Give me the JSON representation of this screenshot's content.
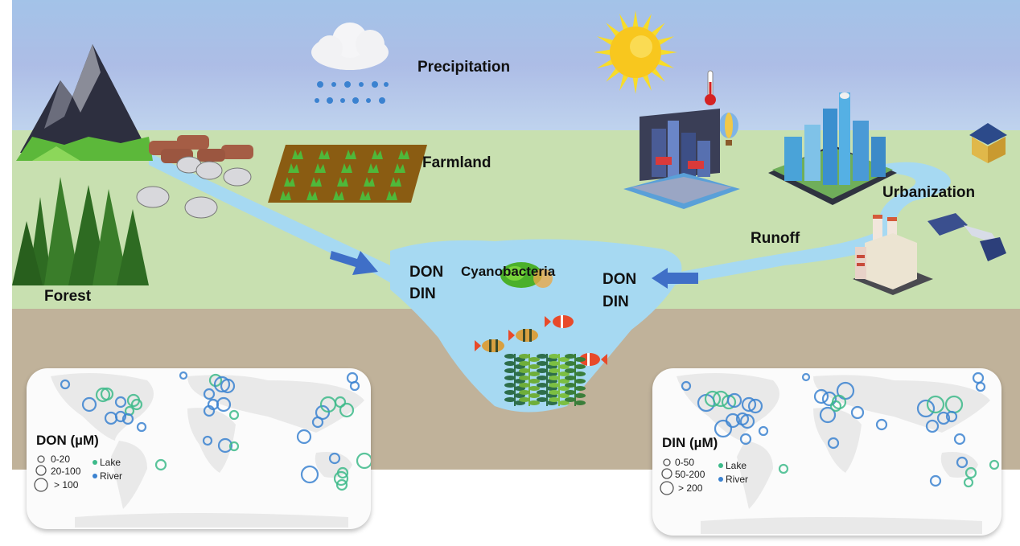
{
  "labels": {
    "precipitation": "Precipitation",
    "farmland": "Farmland",
    "forest": "Forest",
    "urbanization": "Urbanization",
    "runoff": "Runoff",
    "cyanobacteria": "Cyanobacteria",
    "left_don": "DON",
    "left_din": "DIN",
    "right_don": "DON",
    "right_din": "DIN"
  },
  "icons": [
    "mountain-icon",
    "cattle-icon",
    "sheep-icon",
    "forest-icon",
    "rain-cloud-icon",
    "farmland-icon",
    "sun-icon",
    "thermometer-icon",
    "hot-air-balloon-icon",
    "city-tablet-icon",
    "skyscraper-city-icon",
    "house-icon",
    "factory-icon",
    "train-icon",
    "fish-icon",
    "seaweed-icon",
    "cyanobacteria-bloom-icon",
    "flow-arrow-icon"
  ],
  "colors": {
    "lake": "#3dba8a",
    "river": "#3b82d0",
    "water": "#a6d9f2",
    "arrow": "#3f6fc7"
  },
  "don_map": {
    "title": "DON (µM)",
    "size_legend": [
      "0-20",
      "20-100",
      "> 100"
    ],
    "type_legend": [
      {
        "label": "Lake",
        "color": "#3dba8a"
      },
      {
        "label": "River",
        "color": "#3b82d0"
      }
    ]
  },
  "din_map": {
    "title": "DIN (µM)",
    "size_legend": [
      "0-50",
      "50-200",
      "> 200"
    ],
    "type_legend": [
      {
        "label": "Lake",
        "color": "#3dba8a"
      },
      {
        "label": "River",
        "color": "#3b82d0"
      }
    ]
  }
}
